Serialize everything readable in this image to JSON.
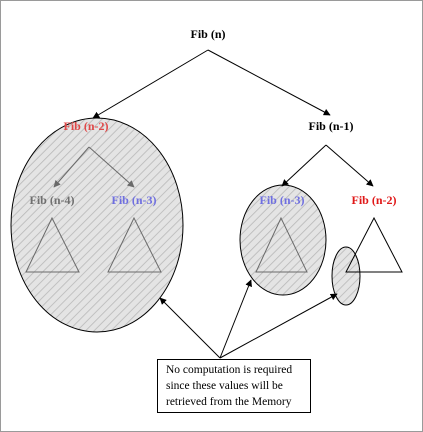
{
  "colors": {
    "black": "#000000",
    "gray_label": "#6f6f6f",
    "red_label": "#e04848",
    "strong_red": "#e01818",
    "blue_label": "#6f6fe0",
    "node_fill": "#e2e2e2"
  },
  "nodes": {
    "root": "Fib (n)",
    "left_child": "Fib (n-2)",
    "right_child": "Fib (n-1)",
    "left_left": "Fib (n-4)",
    "left_right": "Fib (n-3)",
    "right_left": "Fib (n-3)",
    "right_right": "Fib (n-2)"
  },
  "note": {
    "line1": "No computation is required",
    "line2": "since these values will be",
    "line3": "retrieved from the Memory"
  }
}
